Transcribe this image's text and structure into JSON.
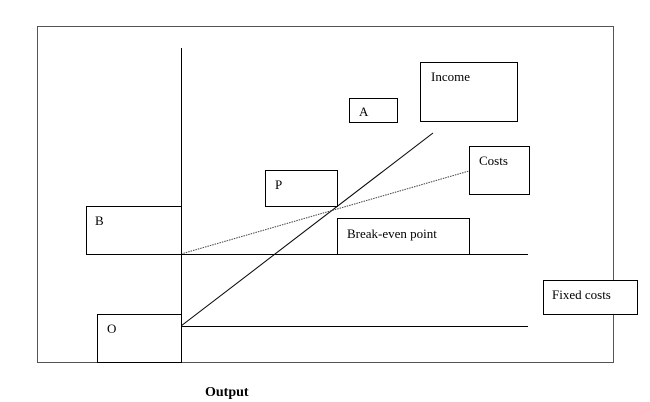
{
  "diagram": {
    "labels": {
      "income": "Income",
      "a": "A",
      "costs": "Costs",
      "p": "P",
      "break_even": "Break-even point",
      "b": "B",
      "fixed_costs": "Fixed costs",
      "o": "O",
      "output": "Output"
    }
  }
}
